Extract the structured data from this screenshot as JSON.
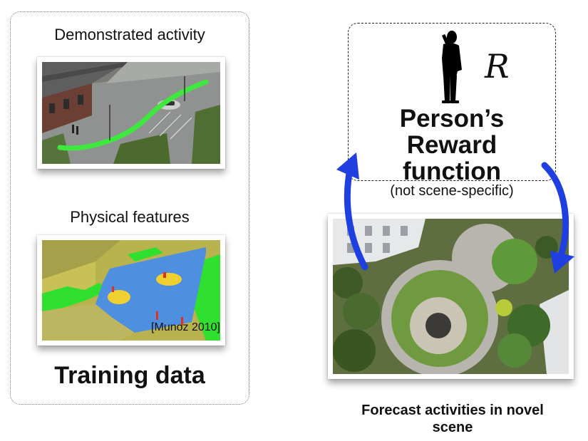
{
  "training": {
    "demo_caption": "Demonstrated activity",
    "physical_caption": "Physical features",
    "citation": "[Munoz 2010]",
    "title": "Training data"
  },
  "reward": {
    "symbol": "R",
    "title_lines": [
      "Person’s",
      "Reward",
      "function"
    ],
    "note": "(not scene-specific)"
  },
  "forecast": {
    "caption_lines": [
      "Forecast activities in novel",
      "scene"
    ]
  },
  "colors": {
    "arrow_blue": "#1f3fe0",
    "path_green": "#3ee83e",
    "overlay_blue": "#4f8fe0",
    "overlay_green": "#2fe02f",
    "overlay_yellow": "#e8d84a"
  },
  "icons": {
    "person": "person-on-phone-silhouette-icon"
  }
}
